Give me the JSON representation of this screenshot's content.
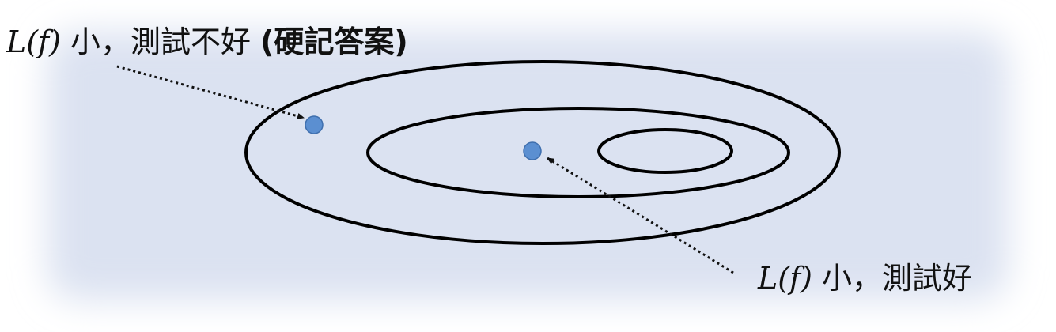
{
  "labels": {
    "overfit": {
      "math": "L(f)",
      "text": "小，測試不好",
      "note": "(硬記答案)"
    },
    "good": {
      "math": "L(f)",
      "text": "小，測試好"
    }
  },
  "colors": {
    "background_center": "#dbe2f1",
    "background_edge": "#ffffff",
    "contour": "#000000",
    "point_fill": "#5b8fd1",
    "point_stroke": "#3f6fae",
    "arrow": "#111111"
  }
}
